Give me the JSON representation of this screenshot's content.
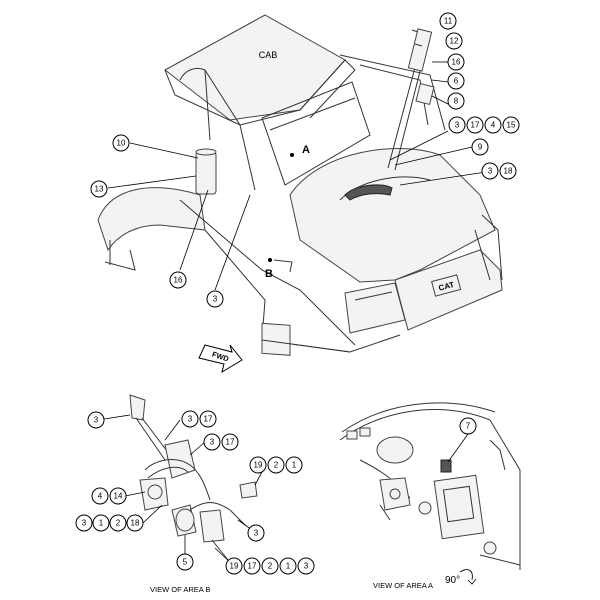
{
  "labels": {
    "cab": "CAB",
    "area_a_marker": "A",
    "area_b_marker": "B",
    "fwd": "FWD",
    "view_b": "VIEW OF AREA  B",
    "view_a": "VIEW OF AREA  A",
    "rotation": "90°",
    "logo": "CAT"
  },
  "callouts": {
    "c11": "11",
    "c12": "12",
    "c16a": "16",
    "c6": "6",
    "c8": "8",
    "c3a": "3",
    "c17a": "17",
    "c4a": "4",
    "c15": "15",
    "c9": "9",
    "c3b": "3",
    "c18a": "18",
    "c10": "10",
    "c13": "13",
    "c16b": "16",
    "c3c": "3",
    "b_c3a": "3",
    "b_c3b": "3",
    "b_c17a": "17",
    "b_c3c": "3",
    "b_c17b": "17",
    "b_c19a": "19",
    "b_c2a": "2",
    "b_c1a": "1",
    "b_c4": "4",
    "b_c14": "14",
    "b_c3d": "3",
    "b_c1b": "1",
    "b_c2b": "2",
    "b_c18": "18",
    "b_c3e": "3",
    "b_c5": "5",
    "b_c19b": "19",
    "b_c17c": "17",
    "b_c2c": "2",
    "b_c1c": "1",
    "b_c3f": "3",
    "a_c7": "7"
  }
}
